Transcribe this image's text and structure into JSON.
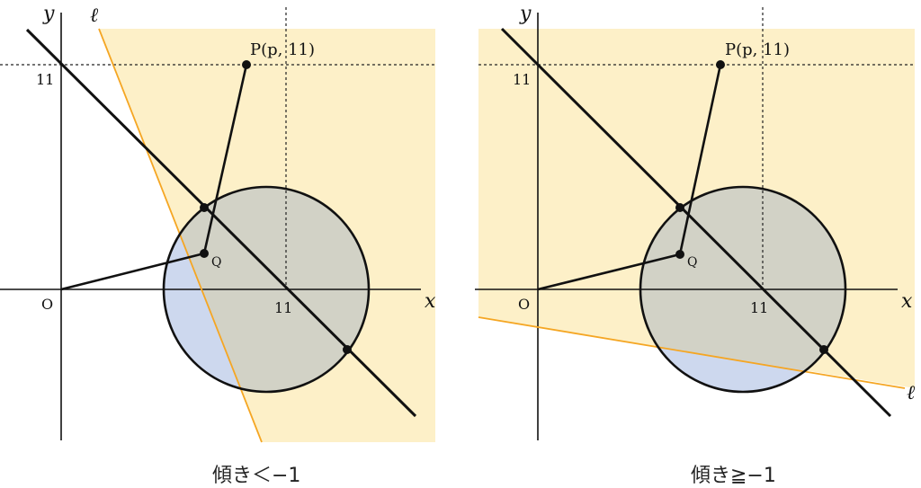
{
  "colors": {
    "region_fill": "#fdf0c8",
    "region_edge": "#f5a623",
    "circle_blue": "#cdd8ee",
    "overlap_gray": "#d2d2c6",
    "ink": "#111111"
  },
  "panels": [
    {
      "axis_x": "x",
      "axis_y": "y",
      "origin": "O",
      "tick_x": "11",
      "tick_y": "11",
      "point_p": "P(p, 11)",
      "point_q": "Q",
      "line_label": "ℓ",
      "caption": "傾き＜−1"
    },
    {
      "axis_x": "x",
      "axis_y": "y",
      "origin": "O",
      "tick_x": "11",
      "tick_y": "11",
      "point_p": "P(p, 11)",
      "point_q": "Q",
      "line_label": "ℓ",
      "caption": "傾き≧−1"
    }
  ]
}
